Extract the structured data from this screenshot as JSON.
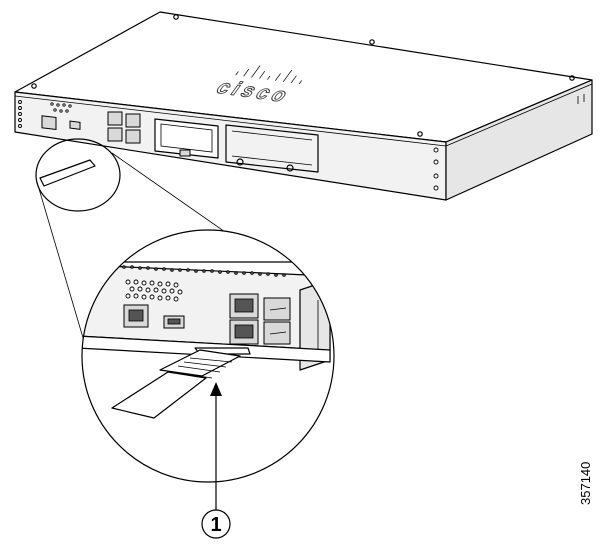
{
  "figure": {
    "callout": "1",
    "figure_id": "357140",
    "logo_text": "cisco"
  }
}
